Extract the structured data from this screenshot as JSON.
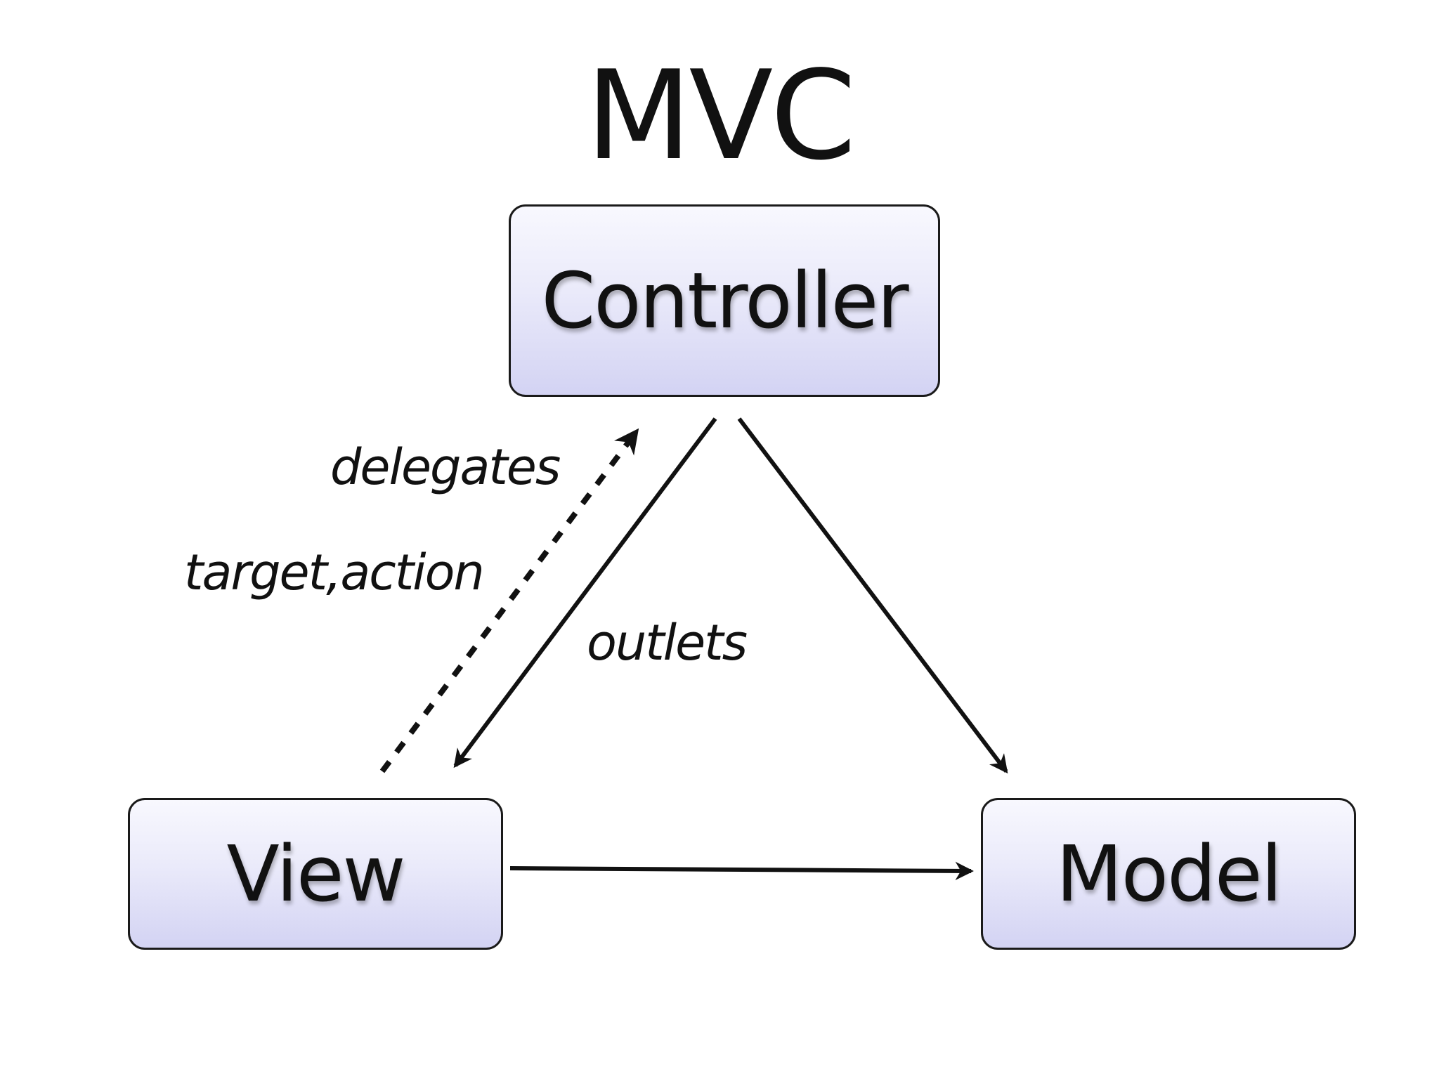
{
  "title": "MVC",
  "nodes": {
    "controller": "Controller",
    "view": "View",
    "model": "Model"
  },
  "edge_labels": {
    "delegates": "delegates",
    "target_action": "target,action",
    "outlets": "outlets"
  },
  "edges": [
    {
      "from": "Controller",
      "to": "View",
      "style": "solid",
      "label": "outlets"
    },
    {
      "from": "View",
      "to": "Controller",
      "style": "dashed",
      "label": "delegates; target,action"
    },
    {
      "from": "Controller",
      "to": "Model",
      "style": "solid"
    },
    {
      "from": "View",
      "to": "Model",
      "style": "solid"
    }
  ],
  "colors": {
    "box_gradient_top": "#f8f8fe",
    "box_gradient_bottom": "#d3d3f3",
    "stroke": "#111111"
  }
}
